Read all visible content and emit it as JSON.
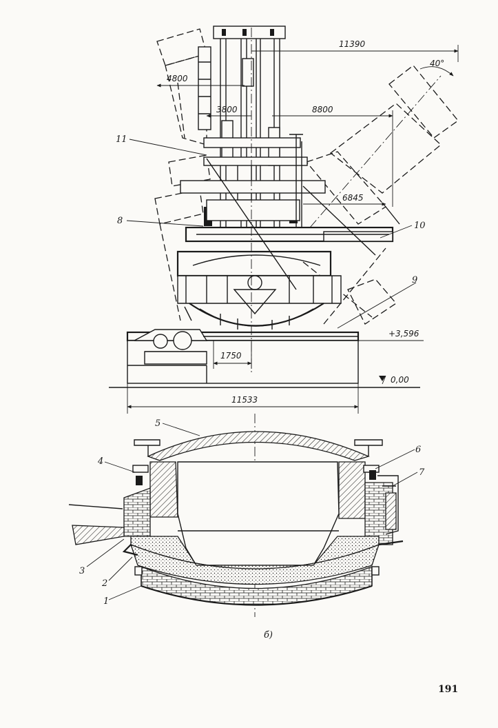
{
  "dimensions": {
    "d11390": "11390",
    "d4800": "4800",
    "d3800": "3800",
    "d8800": "8800",
    "d6845": "6845",
    "d1750": "1750",
    "d11533": "11533",
    "angle40": "40°"
  },
  "levels": {
    "upper": "+3,596",
    "ground": "0,00"
  },
  "labels": {
    "l1": "1",
    "l2": "2",
    "l3": "3",
    "l4": "4",
    "l5": "5",
    "l6": "6",
    "l7": "7",
    "l8": "8",
    "l9": "9",
    "l10": "10",
    "l11": "11"
  },
  "caption": "б)",
  "page_number": "191"
}
